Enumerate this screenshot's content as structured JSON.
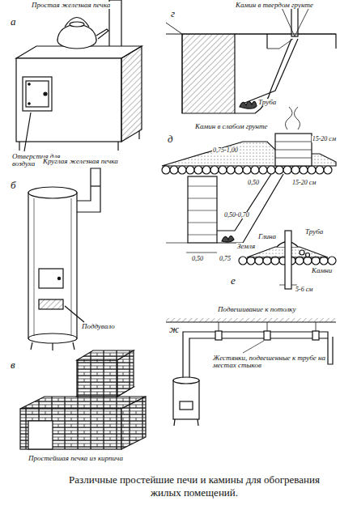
{
  "diagram": {
    "caption": "Различные простейшие печи и камины для обогревания жилых помещений.",
    "labels": [
      "а",
      "Простая железная печка",
      "Отверстия для воздуха",
      "б",
      "Круглая железная печка",
      "Поддувало",
      "в",
      "Простейшая печка из кирпича",
      "г",
      "Камин в твердом грунте",
      "Труба",
      "д",
      "Камин в слабом грунте",
      "0,75-1,00",
      "15-20 см",
      "0,50",
      "15-20 см",
      "0,50-0,70",
      "0,50",
      "0,75",
      "е",
      "Глина",
      "Труба",
      "Земля",
      "Камни",
      "5-6 см",
      "ж",
      "Подвешивание к потолку",
      "Жестянки, подвешенные к трубе на местах стыков"
    ]
  }
}
